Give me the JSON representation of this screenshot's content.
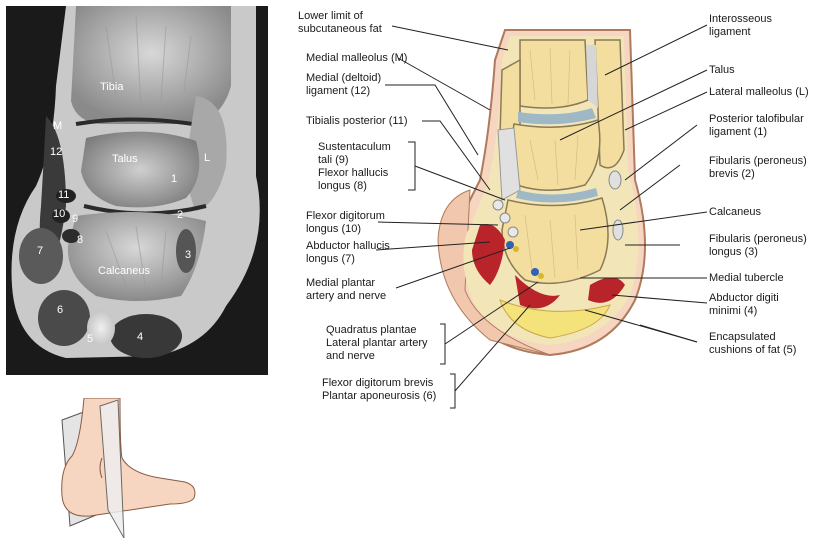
{
  "mri_labels": {
    "tibia": "Tibia",
    "m": "M",
    "l": "L",
    "n12": "12",
    "talus": "Talus",
    "n1": "1",
    "n11": "11",
    "n10": "10",
    "n9": "9",
    "n2": "2",
    "n8": "8",
    "n7": "7",
    "calcaneus": "Calcaneus",
    "n3": "3",
    "n6": "6",
    "n5": "5",
    "n4": "4"
  },
  "left_labels": {
    "lower_limit": "Lower limit of\nsubcutaneous fat",
    "medial_malleolus": "Medial malleolus (M)",
    "deltoid": "Medial (deltoid)\nligament (12)",
    "tibialis_posterior": "Tibialis posterior (11)",
    "sustentaculum": "Sustentaculum\ntali (9)\nFlexor hallucis\nlongus (8)",
    "fdl": "Flexor digitorum\nlongus (10)",
    "abductor_hallucis": "Abductor hallucis\nlongus (7)",
    "medial_plantar": "Medial plantar\nartery and nerve",
    "quadratus": "Quadratus plantae\nLateral plantar artery\nand nerve",
    "fdb": "Flexor digitorum brevis\nPlantar aponeurosis (6)"
  },
  "right_labels": {
    "interosseous": "Interosseous\nligament",
    "talus": "Talus",
    "lateral_malleolus": "Lateral malleolus (L)",
    "post_talofibular": "Posterior talofibular\nligament (1)",
    "fib_brevis": "Fibularis (peroneus)\nbrevis (2)",
    "calcaneus": "Calcaneus",
    "fib_longus": "Fibularis (peroneus)\nlongus (3)",
    "medial_tubercle": "Medial tubercle",
    "abductor_digiti": "Abductor digiti\nminimi (4)",
    "encapsulated": "Encapsulated\ncushions of fat (5)"
  },
  "colors": {
    "bone": "#f3dea0",
    "skin": "#f6d6c0",
    "muscle": "#b8242a",
    "fat": "#f4e27a",
    "cartilage": "#9fb8c6",
    "leader": "#222222"
  }
}
